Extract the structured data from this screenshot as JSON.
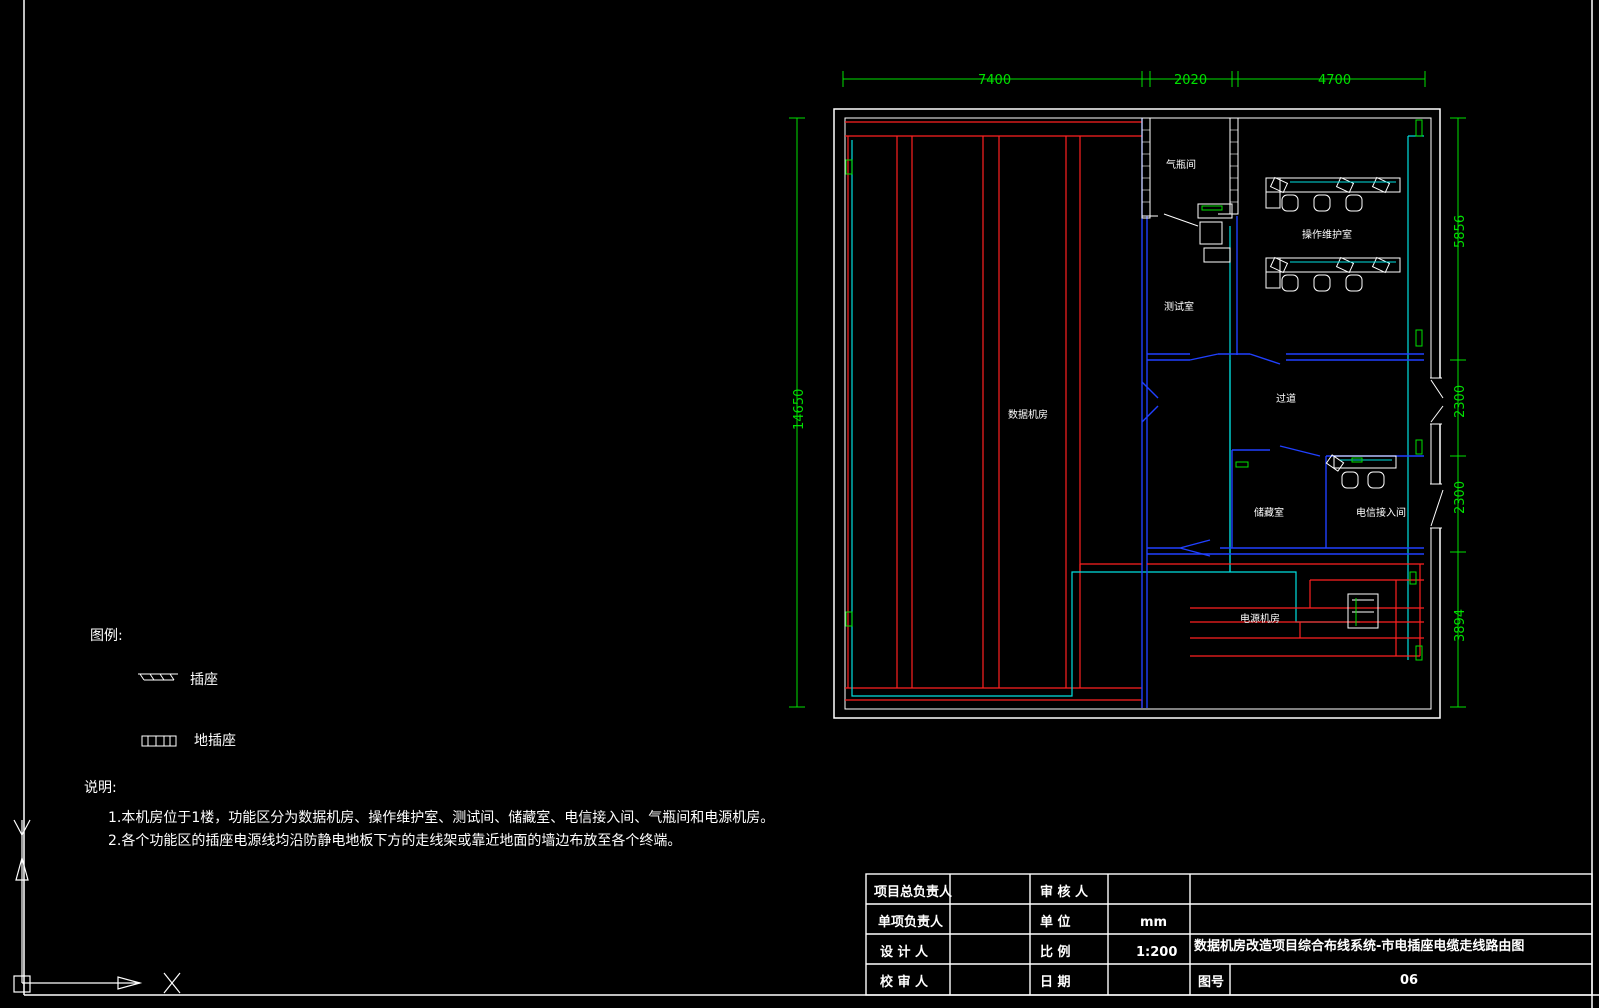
{
  "legend": {
    "title": "图例:",
    "items": [
      {
        "label": "插座",
        "icon": "power-socket-icon"
      },
      {
        "label": "地插座",
        "icon": "floor-socket-icon"
      }
    ]
  },
  "notes": {
    "title": "说明:",
    "lines": [
      "1.本机房位于1楼，功能区分为数据机房、操作维护室、测试间、储藏室、电信接入间、气瓶间和电源机房。",
      "2.各个功能区的插座电源线均沿防静电地板下方的走线架或靠近地面的墙边布放至各个终端。"
    ]
  },
  "dimensions": {
    "top": [
      "7400",
      "2020",
      "4700"
    ],
    "left": "14650",
    "right": [
      "5856",
      "2300",
      "2300",
      "3894"
    ]
  },
  "rooms": {
    "data_room": "数据机房",
    "gas_room": "气瓶间",
    "ops_room": "操作维护室",
    "test_room": "测试室",
    "corridor": "过道",
    "storage": "储藏室",
    "telecom": "电信接入间",
    "power_room": "电源机房"
  },
  "title_block": {
    "project_lead_label": "项目总负责人",
    "item_lead_label": "单项负责人",
    "designer_label": "设 计 人",
    "checker_label": "校 审 人",
    "reviewer_label": "审 核 人",
    "unit_label": "单    位",
    "scale_label": "比    例",
    "date_label": "日    期",
    "unit_value": "mm",
    "scale_value": "1:200",
    "drawing_title": "数据机房改造项目综合布线系统-市电插座电缆走线路由图",
    "drawing_no_label": "图号",
    "drawing_no": "06"
  },
  "colors": {
    "background": "#000000",
    "wall": "#ffffff",
    "power_line": "#ff2020",
    "tray": "#2040ff",
    "cable": "#00e0e0",
    "dimension": "#00e000"
  }
}
